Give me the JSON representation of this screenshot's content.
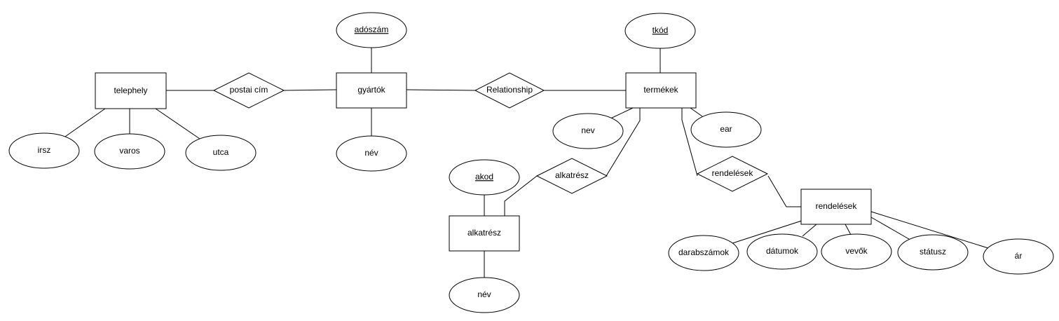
{
  "diagram": {
    "entities": {
      "telephely": "telephely",
      "gyartok": "gyártók",
      "termekek": "termékek",
      "alkatresz": "alkatrész",
      "rendelesek": "rendelések"
    },
    "relationships": {
      "postai_cim": "postai cím",
      "relationship": "Relationship",
      "alkatresz": "alkatrész",
      "rendelesek": "rendelések"
    },
    "attributes": {
      "adoszam": "adószám",
      "tkod": "tkód",
      "akod": "akod",
      "irsz": "irsz",
      "varos": "varos",
      "utca": "utca",
      "gyarto_nev": "név",
      "nev": "nev",
      "ear": "ear",
      "alkatresz_nev": "név",
      "darabszamok": "darabszámok",
      "datumok": "dátumok",
      "vevok": "vevők",
      "statusz": "státusz",
      "ar": "ár"
    }
  }
}
